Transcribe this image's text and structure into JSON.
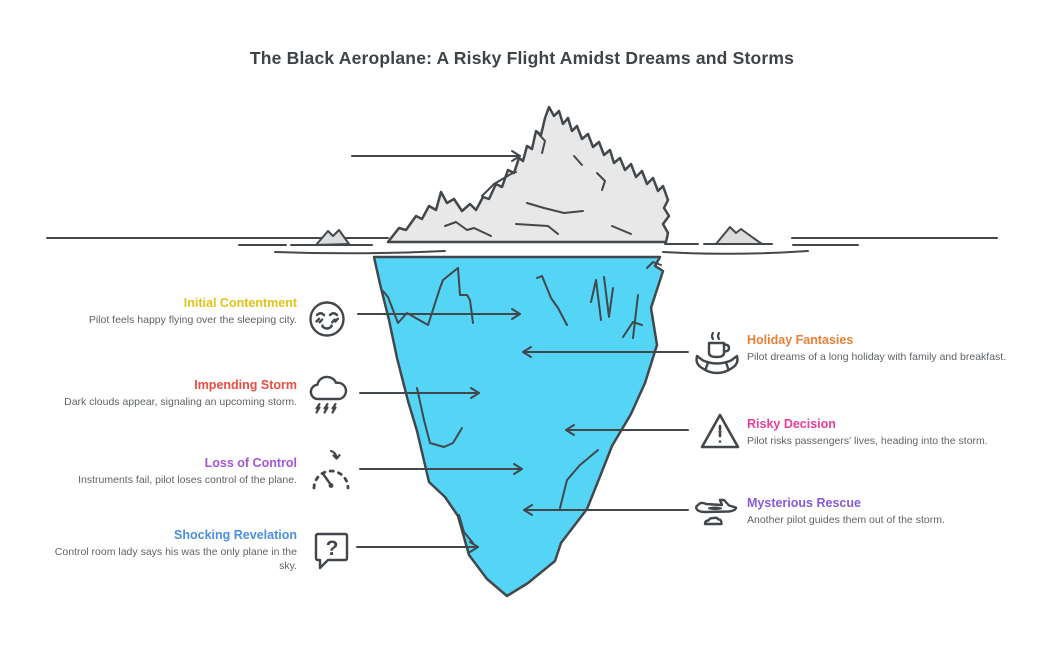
{
  "title": "The Black Aeroplane: A Risky Flight Amidst Dreams and Storms",
  "left_items": [
    {
      "title": "Initial Contentment",
      "description": "Pilot feels happy flying over the sleeping city.",
      "color": "#E2C118",
      "icon": "relieved-face-icon"
    },
    {
      "title": "Impending Storm",
      "description": "Dark clouds appear, signaling an upcoming storm.",
      "color": "#EA4D41",
      "icon": "storm-cloud-icon"
    },
    {
      "title": "Loss of Control",
      "description": "Instruments fail, pilot loses control of the plane.",
      "color": "#A257D4",
      "icon": "gauge-icon"
    },
    {
      "title": "Shocking Revelation",
      "description": "Control room lady says his was the only plane in the sky.",
      "color": "#4B8FE2",
      "icon": "question-bubble-icon"
    }
  ],
  "right_items": [
    {
      "title": "Holiday Fantasies",
      "description": "Pilot dreams of a long holiday with family and breakfast.",
      "color": "#E88038",
      "icon": "breakfast-icon"
    },
    {
      "title": "Risky Decision",
      "description": "Pilot risks passengers' lives, heading into the storm.",
      "color": "#EC3D96",
      "icon": "warning-triangle-icon"
    },
    {
      "title": "Mysterious Rescue",
      "description": "Another pilot guides them out of the storm.",
      "color": "#8759DB",
      "icon": "plane-cloud-icon"
    }
  ],
  "iceberg": {
    "above_water_fill": "#E8E8E8",
    "below_water_fill": "#55D5F6",
    "outline_color": "#42474B"
  },
  "icons": {
    "question_glyph": "?"
  }
}
